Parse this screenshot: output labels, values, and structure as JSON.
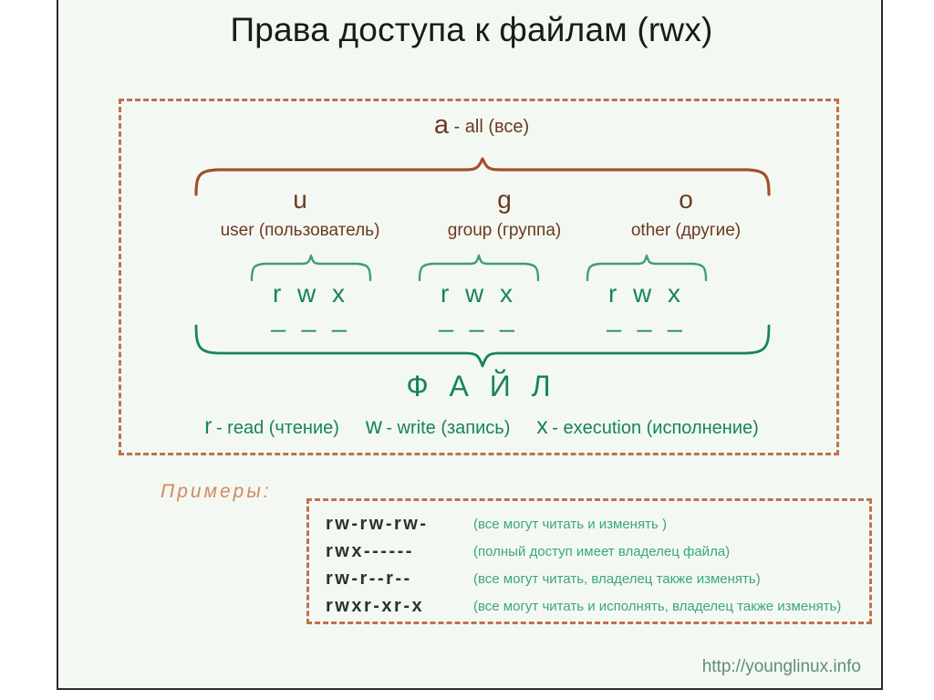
{
  "slide": {
    "title": "Права доступа к файлам (rwx)",
    "background_color": "#f4f8f2",
    "accent_brown": "#6b3a22",
    "accent_orange": "#bf7150",
    "accent_green": "#17845c"
  },
  "diagram": {
    "all": {
      "key": "a",
      "description": "- all (все)"
    },
    "classes": [
      {
        "letter": "u",
        "description": "user (пользователь)"
      },
      {
        "letter": "g",
        "description": "group (группа)"
      },
      {
        "letter": "o",
        "description": "other (другие)"
      }
    ],
    "permission_groups": [
      {
        "letters": "r w x",
        "dashes": "_ _ _"
      },
      {
        "letters": "r w x",
        "dashes": "_ _ _"
      },
      {
        "letters": "r w x",
        "dashes": "_ _ _"
      }
    ],
    "file_label": "Ф А Й Л",
    "legend": [
      {
        "key": "r",
        "text": "- read (чтение)"
      },
      {
        "key": "w",
        "text": "- write (запись)"
      },
      {
        "key": "x",
        "text": "- execution (исполнение)"
      }
    ]
  },
  "examples": {
    "label": "Примеры:",
    "rows": [
      {
        "permissions": "rw-rw-rw-",
        "description": "(все могут читать и изменять )"
      },
      {
        "permissions": "rwx------",
        "description": "(полный доступ имеет владелец файла)"
      },
      {
        "permissions": "rw-r--r--",
        "description": "(все могут читать, владелец также изменять)"
      },
      {
        "permissions": "rwxr-xr-x",
        "description": "(все могут читать и исполнять, владелец также изменять)"
      }
    ]
  },
  "footer": {
    "url": "http://younglinux.info"
  }
}
